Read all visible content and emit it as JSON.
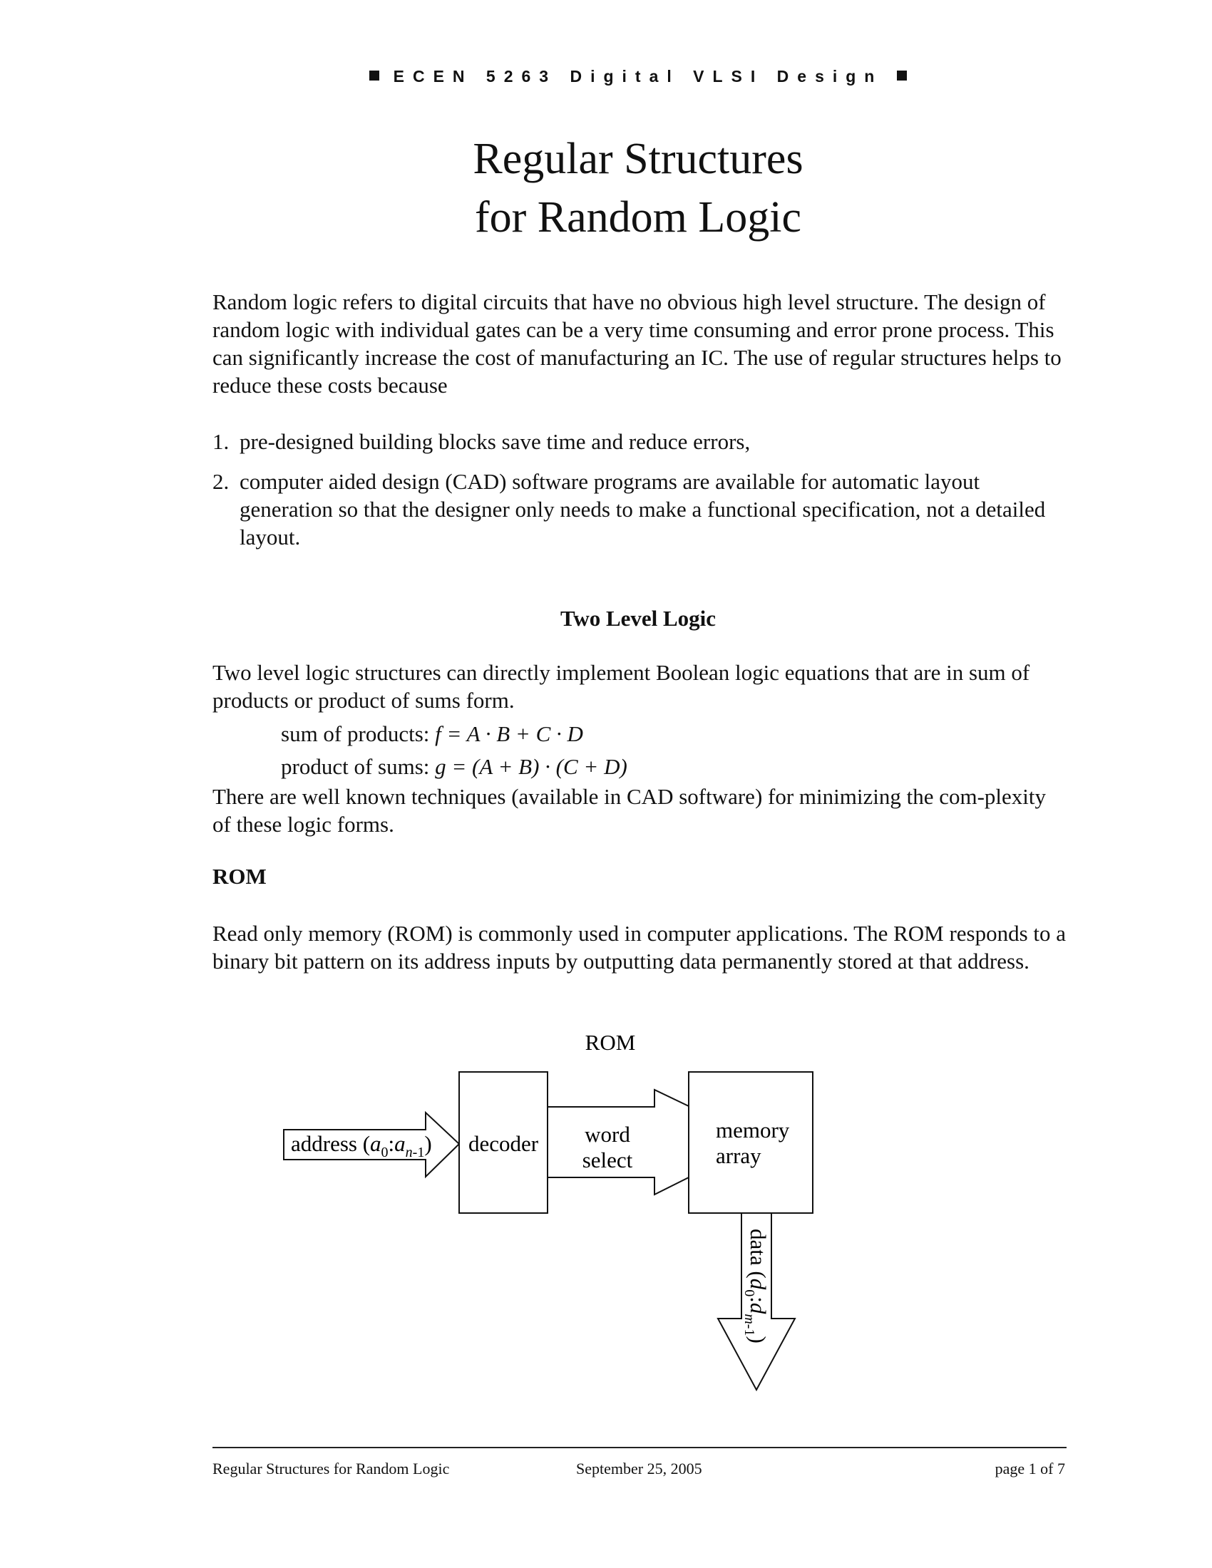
{
  "header": {
    "course": "ECEN 5263 Digital VLSI Design"
  },
  "title": {
    "line1": "Regular Structures",
    "line2": "for Random Logic"
  },
  "intro": {
    "paragraph": "Random logic refers to digital circuits that have no obvious high level structure.  The design of random logic with individual gates can be a very time consuming and error prone process.  This can significantly increase the cost of manufacturing an IC.  The use of regular structures helps to reduce these costs because",
    "list": [
      {
        "num": "1.",
        "text": "pre-designed building blocks save time and reduce errors,"
      },
      {
        "num": "2.",
        "text": "computer aided design (CAD) software programs are available for automatic layout generation so that the designer only needs to make a functional specification, not a detailed layout."
      }
    ]
  },
  "two_level": {
    "heading": "Two Level Logic",
    "paragraph": "Two level logic structures can directly implement Boolean logic equations that are in sum of products or product of sums form.",
    "eq1_label": "sum of products:",
    "eq1_math": "f  =  A · B + C · D",
    "eq2_label": "product of sums:",
    "eq2_math": "g  =  (A + B) · (C + D)",
    "minimize": "There are well known techniques (available in CAD software) for minimizing the com-plexity of these logic forms."
  },
  "rom": {
    "heading": "ROM",
    "paragraph": "Read only memory (ROM) is commonly used in computer applications.  The ROM responds to a binary bit pattern on its address inputs by outputting data permanently stored at that address."
  },
  "diagram": {
    "title": "ROM",
    "address_label": "address (",
    "address_a": "a",
    "address_sub0": "0",
    "address_colon": ":",
    "address_sub_n": "n",
    "address_sub_minus": "-1",
    "address_close": ")",
    "decoder_label": "decoder",
    "word_label": "word",
    "select_label": "select",
    "memory_label": "memory",
    "array_label": "array",
    "data_label": "data (",
    "data_d": "d",
    "data_sub0": "0",
    "data_sub_m": "m",
    "data_sub_minus": "-1",
    "data_close": ")"
  },
  "footer": {
    "left": "Regular Structures for Random Logic",
    "middle": "September 25, 2005",
    "right": "page 1 of 7"
  }
}
